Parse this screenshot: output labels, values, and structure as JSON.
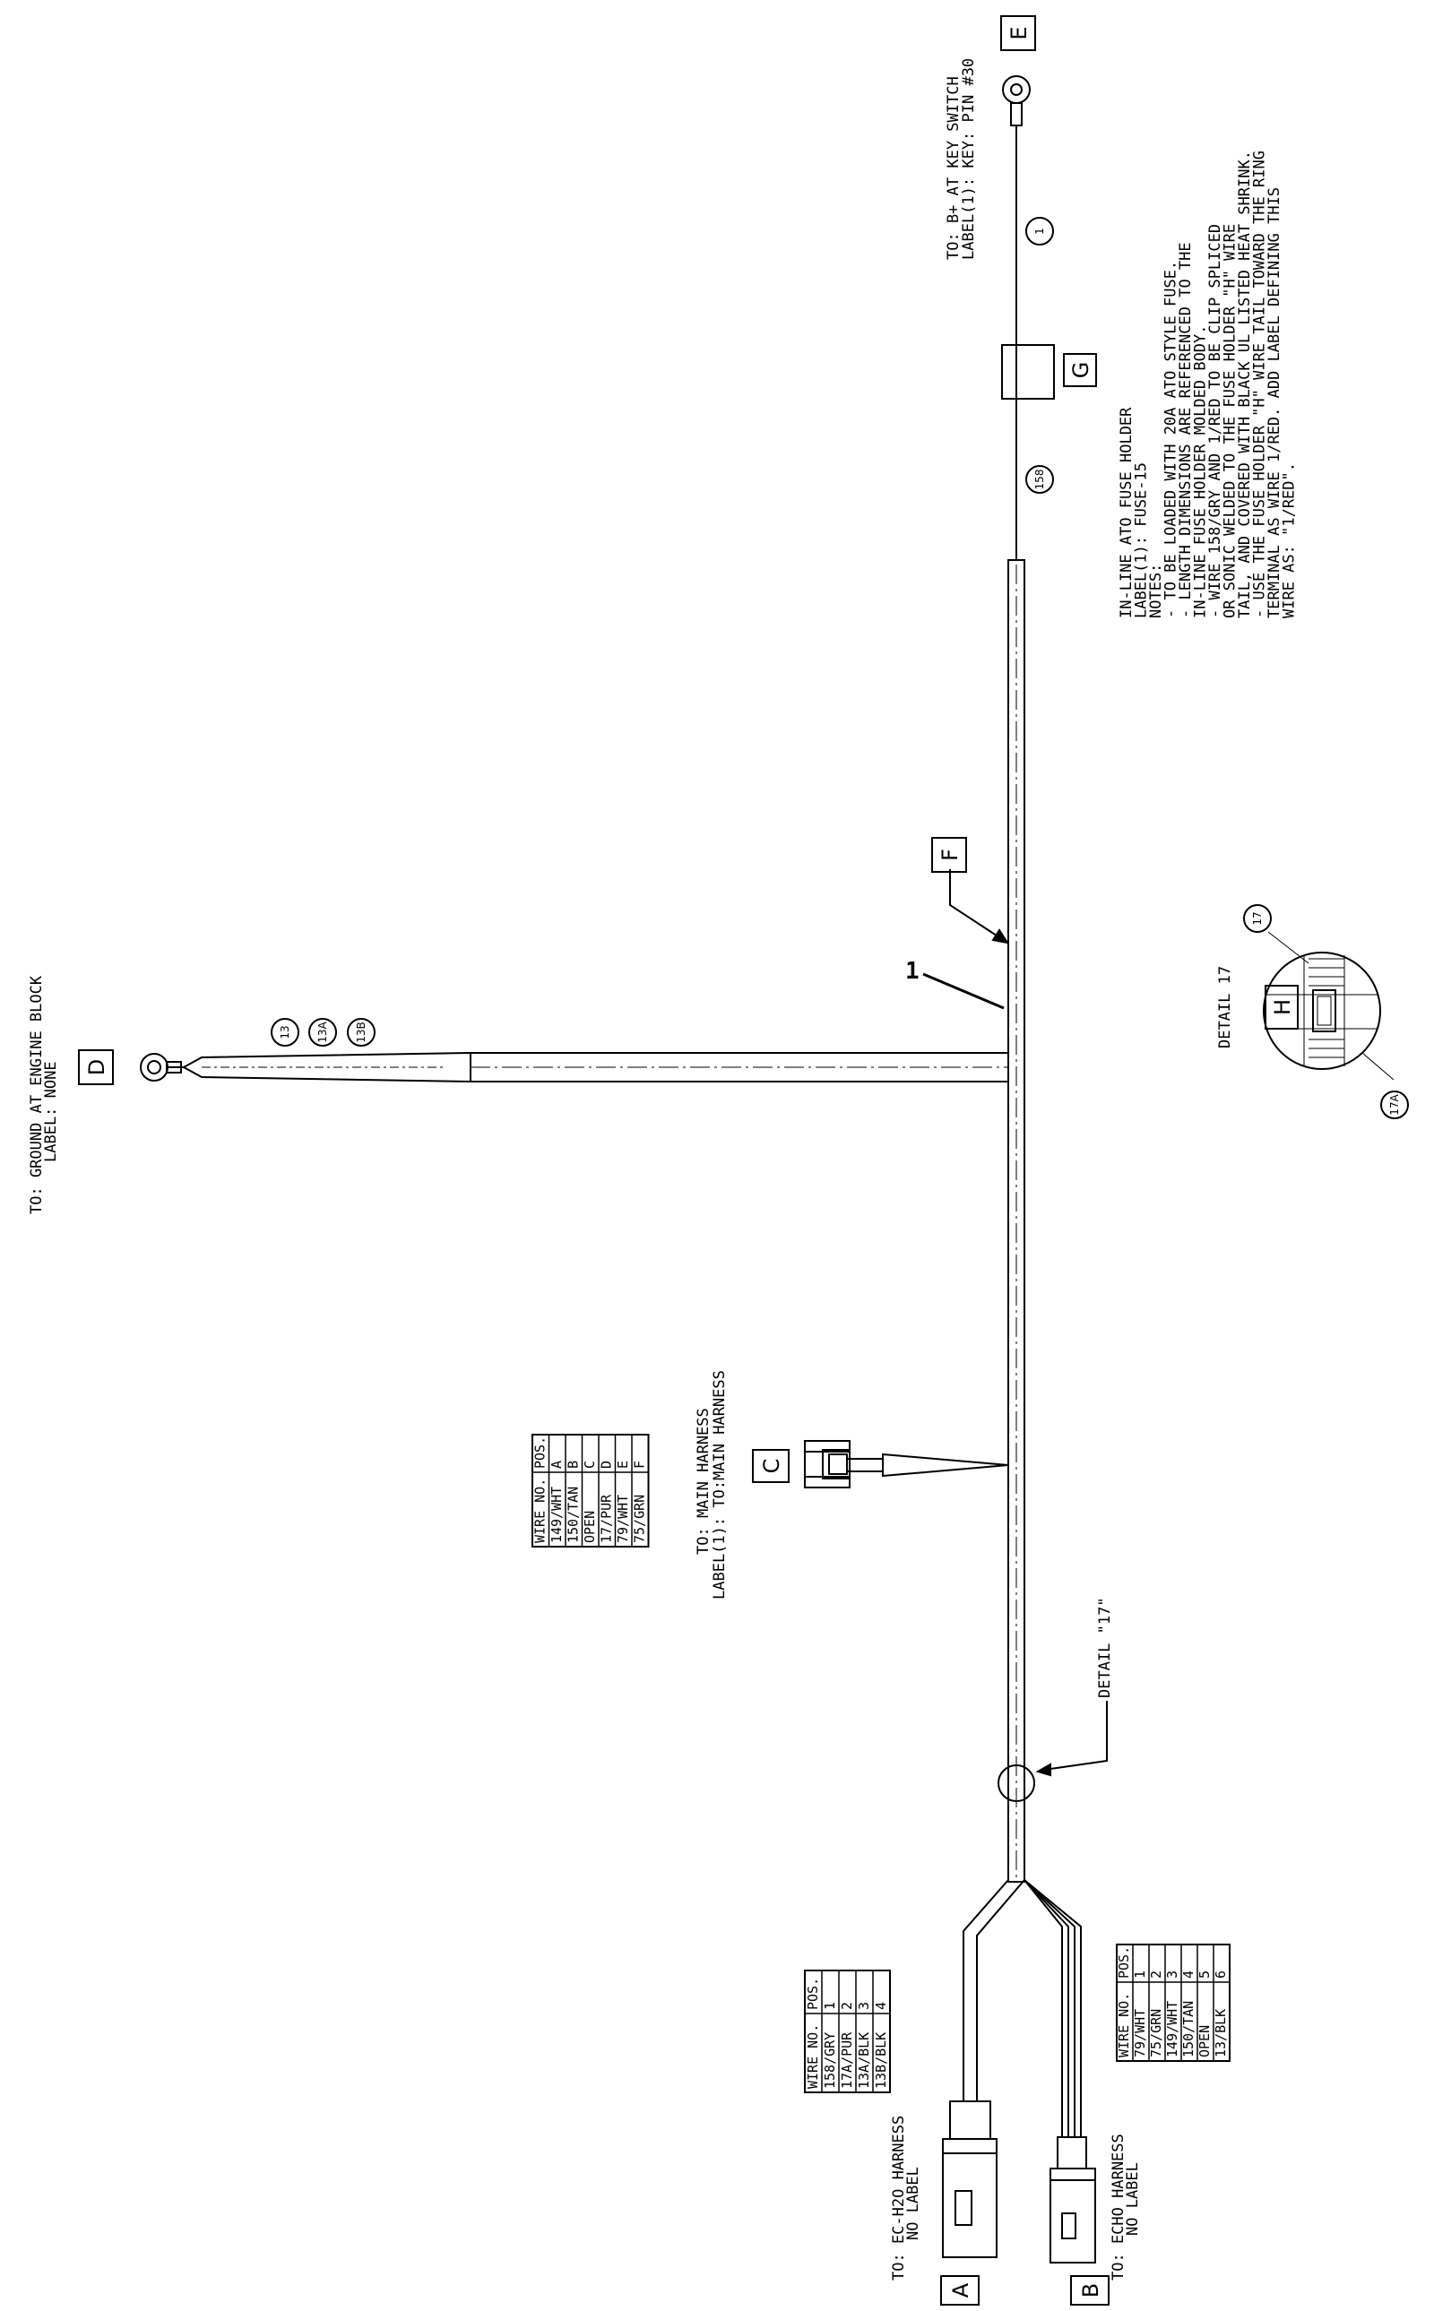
{
  "detail_label": "DETAIL 17",
  "detail_callout": "DETAIL \"17\"",
  "item_number": "1",
  "callout_letters": [
    "A",
    "B",
    "C",
    "D",
    "E",
    "F",
    "G",
    "H"
  ],
  "wire_bubbles": [
    "1",
    "158",
    "13",
    "13A",
    "13B",
    "17",
    "17A"
  ],
  "connector_A": {
    "to": "TO: EC-H2O HARNESS",
    "label": "NO LABEL"
  },
  "connector_B": {
    "to": "TO: ECHO HARNESS",
    "label": "NO LABEL"
  },
  "connector_C": {
    "to": "TO: MAIN HARNESS",
    "label": "LABEL(1): TO:MAIN HARNESS"
  },
  "connector_D": {
    "to": "TO: GROUND AT ENGINE BLOCK",
    "label": "LABEL: NONE"
  },
  "connector_E": {
    "to": "TO: B+ AT KEY SWITCH",
    "label": "LABEL(1): KEY: PIN #30"
  },
  "fuse_notes": [
    "IN-LINE ATO FUSE HOLDER",
    "LABEL(1): FUSE-15",
    "NOTES:",
    "- TO BE LOADED WITH 20A ATO STYLE FUSE.",
    "- LENGTH DIMENSIONS ARE REFERENCED TO THE",
    "  IN-LINE FUSE HOLDER MOLDED BODY.",
    "- WIRE 158/GRY AND 1/RED TO BE CLIP SPLICED",
    "  OR SONIC WELDED TO THE FUSE HOLDER \"H\" WIRE",
    "  TAIL, AND COVERED WITH BLACK UL LISTED HEAT SHRINK.",
    "- USE THE FUSE HOLDER \"H\" WIRE TAIL TOWARD THE RING",
    "  TERMINAL AS WIRE 1/RED. ADD LABEL DEFINING THIS",
    "  WIRE AS: \"1/RED\"."
  ],
  "table_A": {
    "headers": [
      "WIRE NO.",
      "POS."
    ],
    "rows": [
      [
        "158/GRY",
        "1"
      ],
      [
        "17A/PUR",
        "2"
      ],
      [
        "13A/BLK",
        "3"
      ],
      [
        "13B/BLK",
        "4"
      ]
    ]
  },
  "table_B": {
    "headers": [
      "WIRE NO.",
      "POS."
    ],
    "rows": [
      [
        "79/WHT",
        "1"
      ],
      [
        "75/GRN",
        "2"
      ],
      [
        "149/WHT",
        "3"
      ],
      [
        "150/TAN",
        "4"
      ],
      [
        "OPEN",
        "5"
      ],
      [
        "13/BLK",
        "6"
      ]
    ]
  },
  "table_C": {
    "headers": [
      "WIRE NO.",
      "POS."
    ],
    "rows": [
      [
        "149/WHT",
        "A"
      ],
      [
        "150/TAN",
        "B"
      ],
      [
        "OPEN",
        "C"
      ],
      [
        "17/PUR",
        "D"
      ],
      [
        "79/WHT",
        "E"
      ],
      [
        "75/GRN",
        "F"
      ]
    ]
  },
  "colors": {
    "line": "#000000",
    "background": "#ffffff"
  }
}
